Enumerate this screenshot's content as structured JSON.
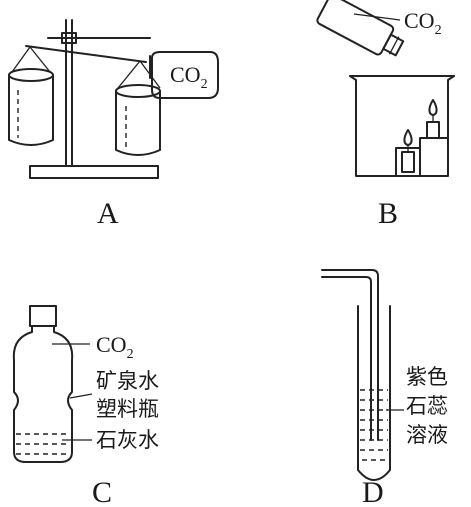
{
  "panels": {
    "A": {
      "letter": "A",
      "gas_main": "CO",
      "gas_sub": "2"
    },
    "B": {
      "letter": "B",
      "gas_main": "CO",
      "gas_sub": "2"
    },
    "C": {
      "letter": "C",
      "gas_main": "CO",
      "gas_sub": "2",
      "bottle_line1": "矿泉水",
      "bottle_line2": "塑料瓶",
      "liquid": "石灰水"
    },
    "D": {
      "letter": "D",
      "liquid_line1": "紫色",
      "liquid_line2": "石蕊",
      "liquid_line3": "溶液"
    }
  }
}
